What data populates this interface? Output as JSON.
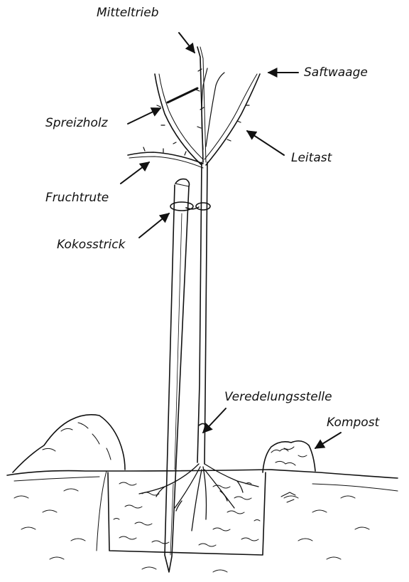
{
  "labels": {
    "mitteltrieb": "Mitteltrieb",
    "saftwaage": "Saftwaage",
    "spreizholz": "Spreizholz",
    "leitast": "Leitast",
    "fruchtrute": "Fruchtrute",
    "kokosstrick": "Kokosstrick",
    "veredelungsstelle": "Veredelungsstelle",
    "kompost": "Kompost"
  },
  "colors": {
    "ink": "#111111",
    "paper": "#ffffff"
  }
}
